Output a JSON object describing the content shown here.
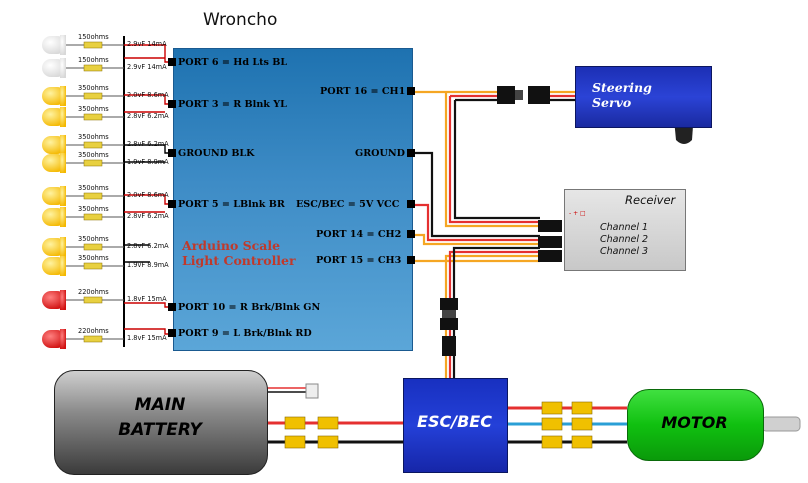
{
  "title": "Wroncho",
  "controller": {
    "label_line1": "Arduino Scale",
    "label_line2": "Light Controller",
    "left_ports": [
      "PORT 6 = Hd Lts BL",
      "PORT 3 = R Blnk YL",
      "GROUND BLK",
      "PORT 5 = LBlnk BR",
      "PORT 10 = R Brk/Blnk GN",
      "PORT 9 = L Brk/Blnk RD"
    ],
    "right_ports": [
      "PORT 16 = CH1",
      "GROUND",
      "ESC/BEC = 5V  VCC",
      "PORT 14 = CH2",
      "PORT 15 = CH3"
    ]
  },
  "leds": [
    {
      "color": "white",
      "resistor": "150ohms",
      "spec": "2.9vF 14mA"
    },
    {
      "color": "white",
      "resistor": "150ohms",
      "spec": "2.9vF 14mA"
    },
    {
      "color": "yellow",
      "resistor": "350ohms",
      "spec": "2.0vF 8.6mA"
    },
    {
      "color": "yellow",
      "resistor": "350ohms",
      "spec": "2.8vF 6.2mA"
    },
    {
      "color": "yellow",
      "resistor": "350ohms",
      "spec": "2.8vF 6.2mA"
    },
    {
      "color": "yellow",
      "resistor": "350ohms",
      "spec": "1.9vF 8.9mA"
    },
    {
      "color": "yellow",
      "resistor": "350ohms",
      "spec": "2.0vF 8.6mA"
    },
    {
      "color": "yellow",
      "resistor": "350ohms",
      "spec": "2.8vF 6.2mA"
    },
    {
      "color": "yellow",
      "resistor": "350ohms",
      "spec": "2.8vF 6.2mA"
    },
    {
      "color": "yellow",
      "resistor": "350ohms",
      "spec": "1.9vF 8.9mA"
    },
    {
      "color": "red",
      "resistor": "220ohms",
      "spec": "1.8vF 15mA"
    },
    {
      "color": "red",
      "resistor": "220ohms",
      "spec": "1.8vF 15mA"
    }
  ],
  "servo": {
    "line1": "Steering",
    "line2": "Servo"
  },
  "receiver": {
    "title": "Receiver",
    "channels": [
      "Channel 1",
      "Channel 2",
      "Channel 3"
    ],
    "pin_symbols": "- + □"
  },
  "battery": {
    "line1": "MAIN",
    "line2": "BATTERY"
  },
  "esc": {
    "label": "ESC/BEC"
  },
  "motor": {
    "label": "MOTOR"
  },
  "colors": {
    "wire_red": "#e53030",
    "wire_black": "#111111",
    "wire_orange": "#f5a623",
    "wire_blue": "#2a9fd6",
    "wire_yellow": "#f0c000",
    "controller_blue": "#2e7fbf",
    "esc_blue": "#1f3bd0",
    "motor_green": "#18c818"
  }
}
